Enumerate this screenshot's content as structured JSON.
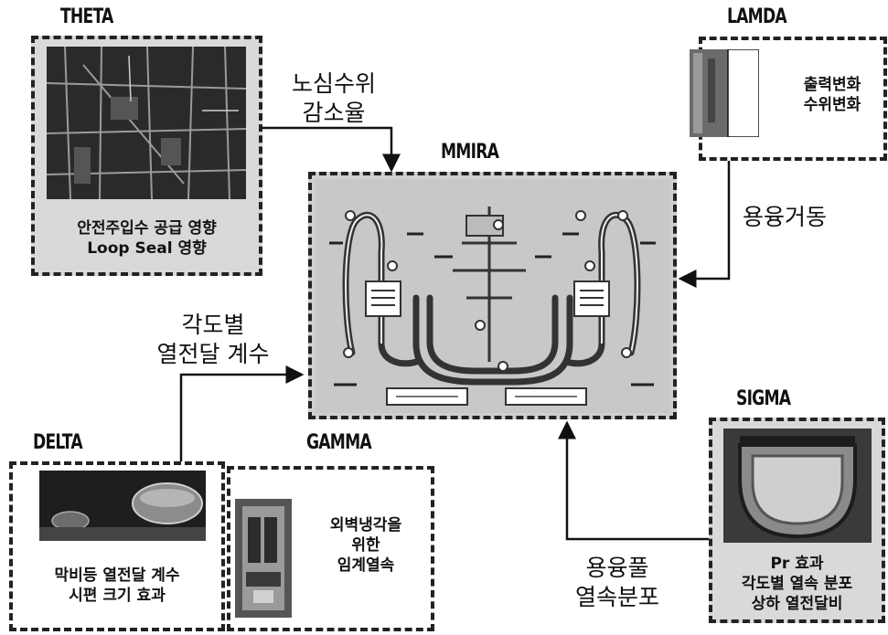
{
  "nodes": {
    "theta": {
      "title": "THETA",
      "caption_lines": [
        "안전주입수 공급 영향",
        "Loop Seal 영향"
      ]
    },
    "lamda": {
      "title": "LAMDA",
      "caption_lines": [
        "출력변화",
        "수위변화"
      ]
    },
    "mmira": {
      "title": "MMIRA"
    },
    "sigma": {
      "title": "SIGMA",
      "caption_lines": [
        "Pr 효과",
        "각도별 열속 분포",
        "상하 열전달비"
      ]
    },
    "delta": {
      "title": "DELTA",
      "caption_lines": [
        "막비등 열전달 계수",
        "시편 크기 효과"
      ]
    },
    "gamma": {
      "title": "GAMMA",
      "caption_lines": [
        "외벽냉각을",
        "위한",
        "임계열속"
      ]
    }
  },
  "edges": {
    "theta_to_mmira": [
      "노심수위",
      "감소율"
    ],
    "lamda_to_mmira": [
      "용융거동"
    ],
    "delta_to_mmira": [
      "각도별",
      "열전달 계수"
    ],
    "sigma_to_mmira": [
      "용융풀",
      "열속분포"
    ]
  },
  "colors": {
    "line": "#111111",
    "panel": "#d9d9d9",
    "photo_dark": "#2e2e2e"
  }
}
